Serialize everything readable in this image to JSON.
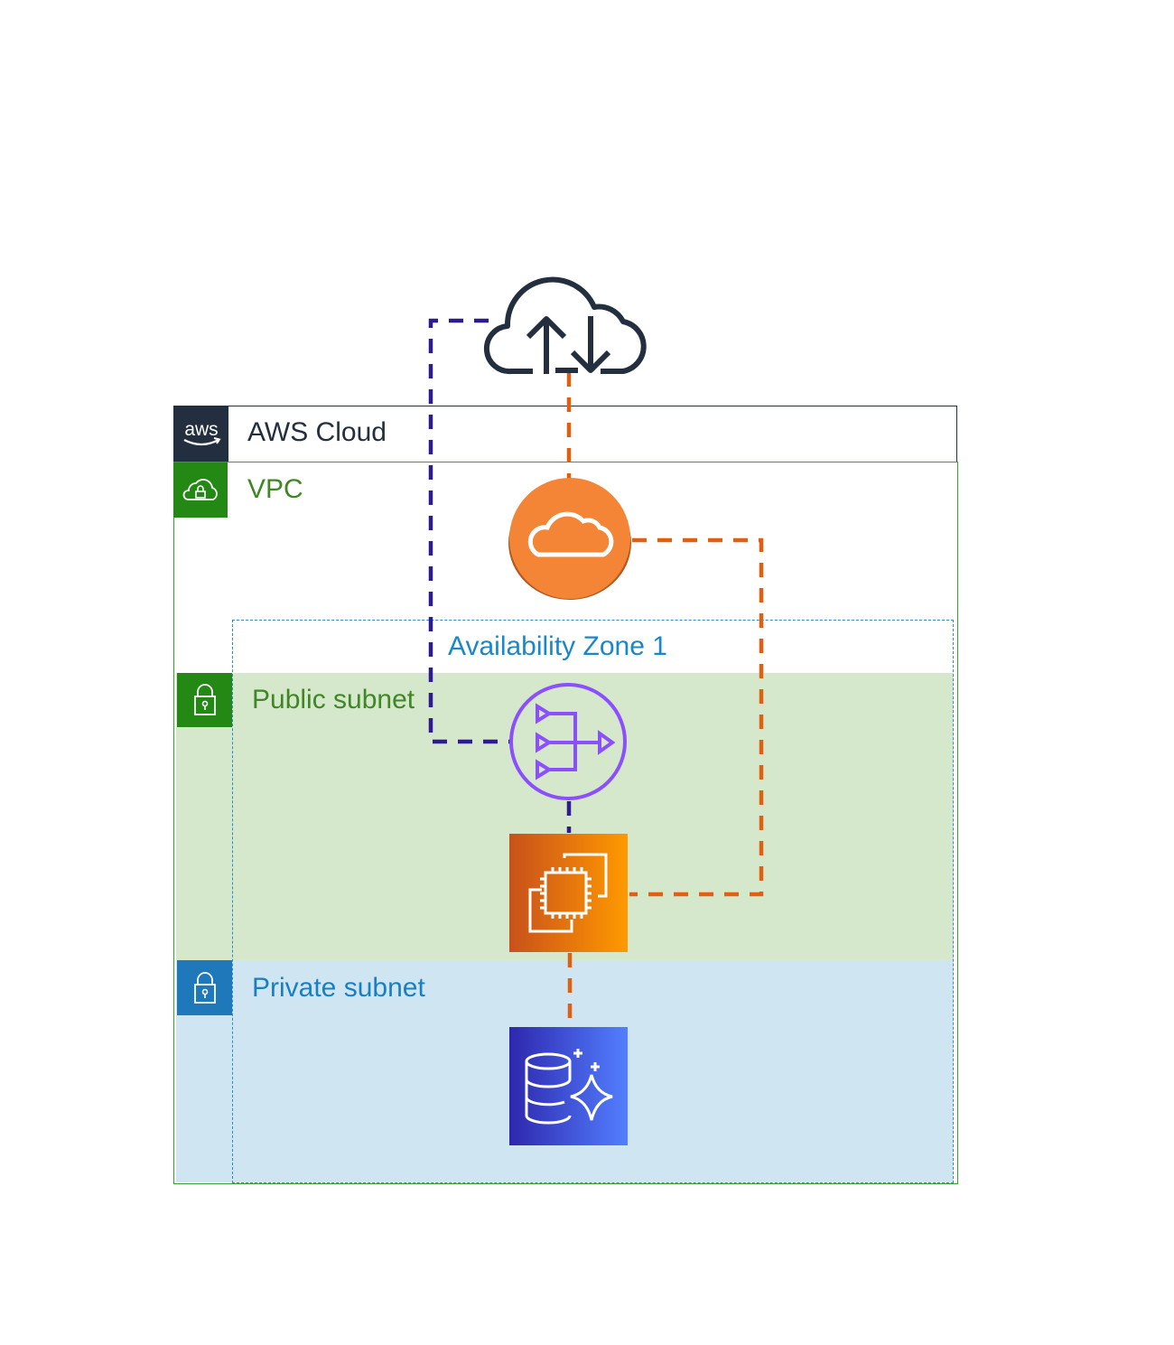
{
  "diagram": {
    "groups": {
      "aws_cloud": {
        "label": "AWS Cloud",
        "icon": "aws-logo-icon",
        "color": "#232f3e"
      },
      "vpc": {
        "label": "VPC",
        "icon": "vpc-cloud-lock-icon",
        "color": "#3f8624"
      },
      "availability_zone": {
        "label": "Availability Zone 1",
        "color": "#1a87c8"
      },
      "public_subnet": {
        "label": "Public subnet",
        "icon": "lock-icon",
        "color": "#3f8624",
        "fill": "#d5e8cc"
      },
      "private_subnet": {
        "label": "Private subnet",
        "icon": "lock-icon",
        "color": "#1a7fc1",
        "fill": "#cfe5f2"
      }
    },
    "nodes": [
      {
        "id": "internet",
        "icon": "internet-cloud-upload-download-icon",
        "color": "#232f3e"
      },
      {
        "id": "internet_gateway",
        "icon": "internet-gateway-icon",
        "color": "#f58536"
      },
      {
        "id": "nat_gateway",
        "icon": "nat-gateway-icon",
        "color": "#8c4fff"
      },
      {
        "id": "ec2_instance",
        "icon": "ec2-instance-icon",
        "color": "#ed7100"
      },
      {
        "id": "database",
        "icon": "aurora-database-icon",
        "color": "#3b48cc"
      }
    ],
    "edges": [
      {
        "from": "internet",
        "to": "internet_gateway",
        "style": "dashed",
        "color": "#e35f10"
      },
      {
        "from": "internet_gateway",
        "to": "ec2_instance",
        "style": "dashed",
        "color": "#e35f10"
      },
      {
        "from": "ec2_instance",
        "to": "database",
        "style": "dashed",
        "color": "#e35f10"
      },
      {
        "from": "internet",
        "to": "nat_gateway",
        "style": "dashed",
        "color": "#2e1a94"
      },
      {
        "from": "nat_gateway",
        "to": "ec2_instance",
        "style": "dashed",
        "color": "#2e1a94"
      }
    ]
  }
}
